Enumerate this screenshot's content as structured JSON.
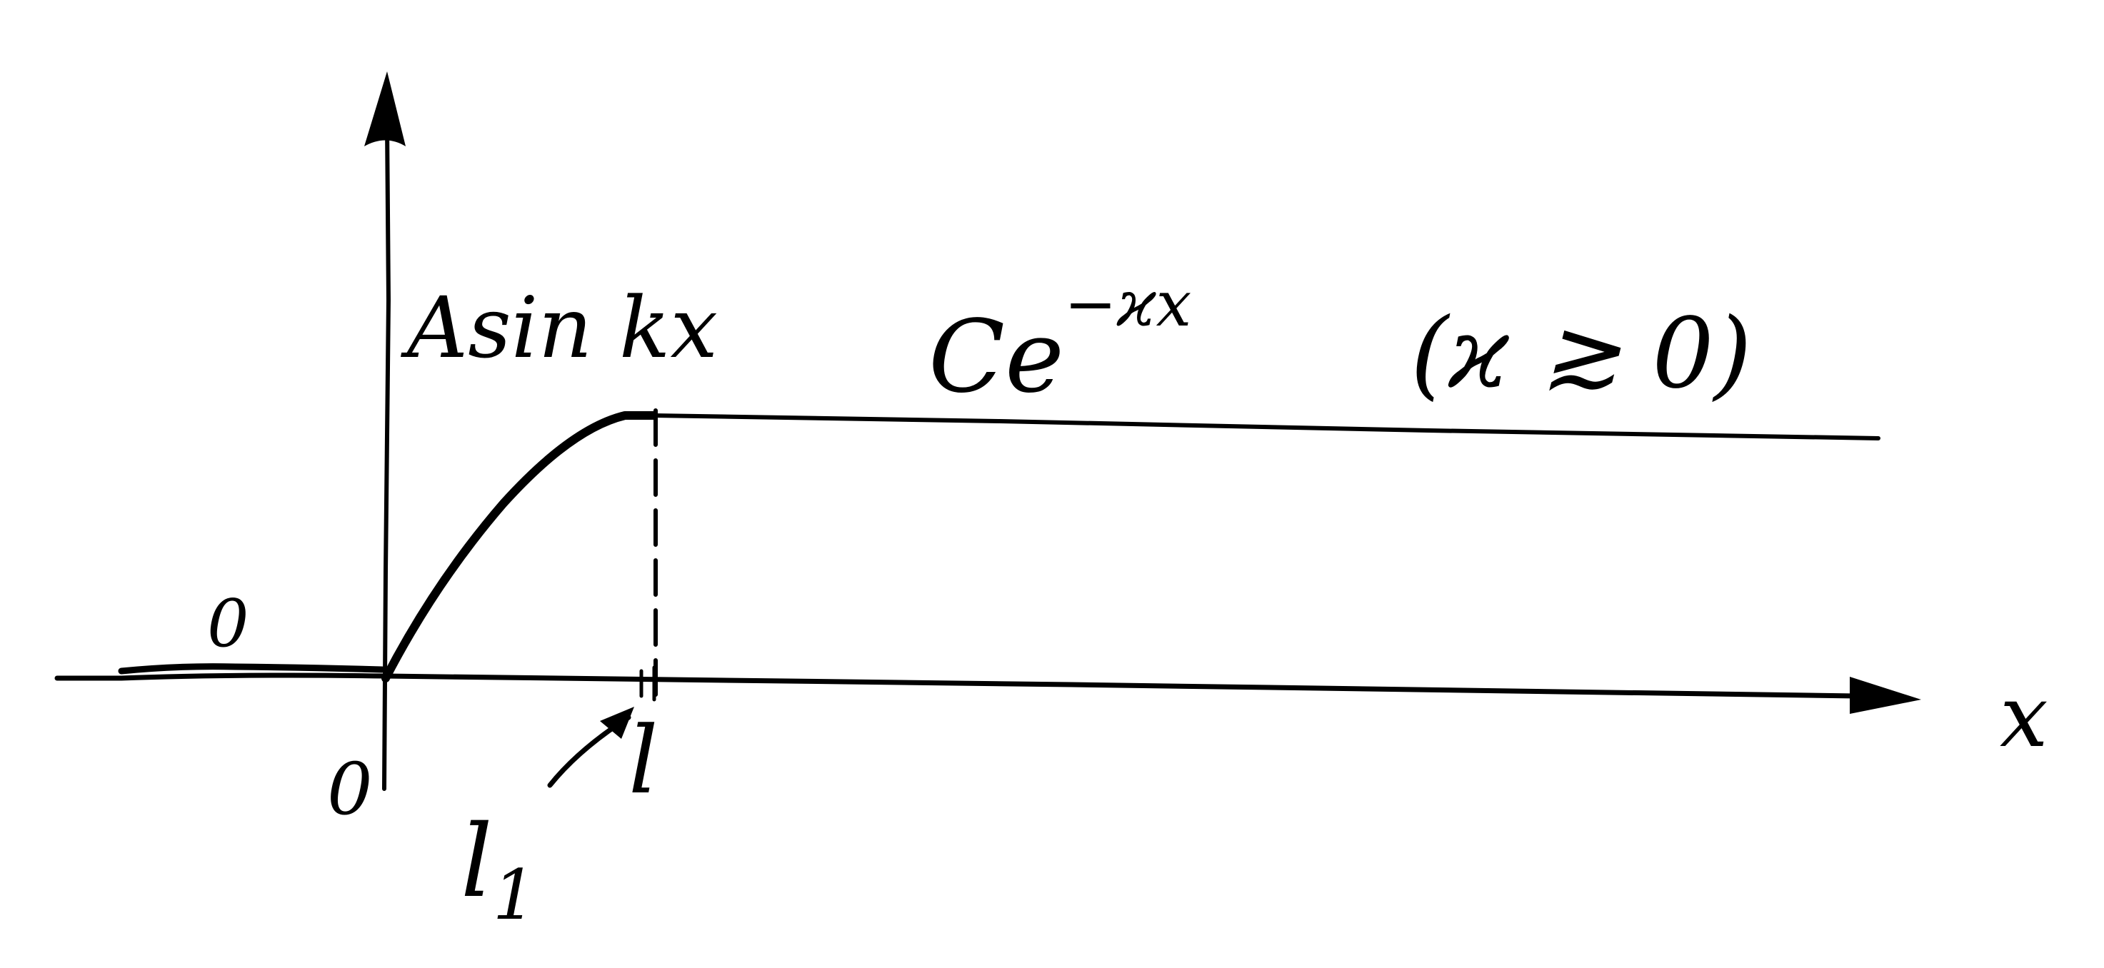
{
  "labels": {
    "region_left_value": "0",
    "origin": "0",
    "inner_function": "Asin kx",
    "outer_function_base": "Ce",
    "outer_function_exponent": "−ϰx",
    "condition": "(ϰ ≳ 0)",
    "well_edge": "l",
    "inner_point_base": "l",
    "inner_point_subscript": "1",
    "x_axis": "x"
  },
  "colors": {
    "ink": "#000000",
    "background": "#ffffff"
  }
}
